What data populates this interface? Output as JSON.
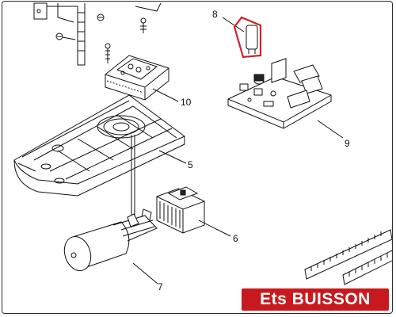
{
  "callouts": {
    "part_8": "8",
    "part_9": "9",
    "part_10": "10",
    "part_5": "5",
    "part_6": "6",
    "part_7": "7"
  },
  "brand": {
    "label": "Ets BUISSON",
    "color": "#c8191e"
  },
  "highlight_color": "#d0202a"
}
